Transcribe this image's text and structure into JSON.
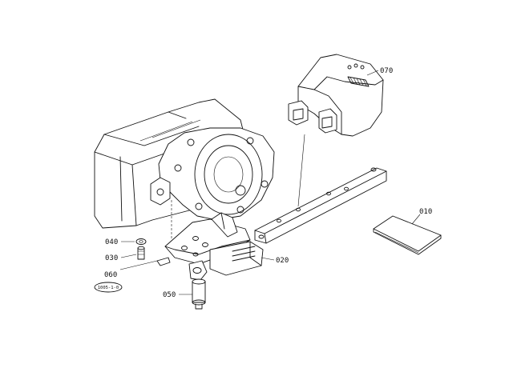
{
  "parts": [
    {
      "id": "p010",
      "label": "010"
    },
    {
      "id": "p020",
      "label": "020"
    },
    {
      "id": "p030",
      "label": "030"
    },
    {
      "id": "p040",
      "label": "040"
    },
    {
      "id": "p050",
      "label": "050"
    },
    {
      "id": "p060",
      "label": "060"
    },
    {
      "id": "p070",
      "label": "070"
    }
  ],
  "oval_tag": "1005-1-0"
}
